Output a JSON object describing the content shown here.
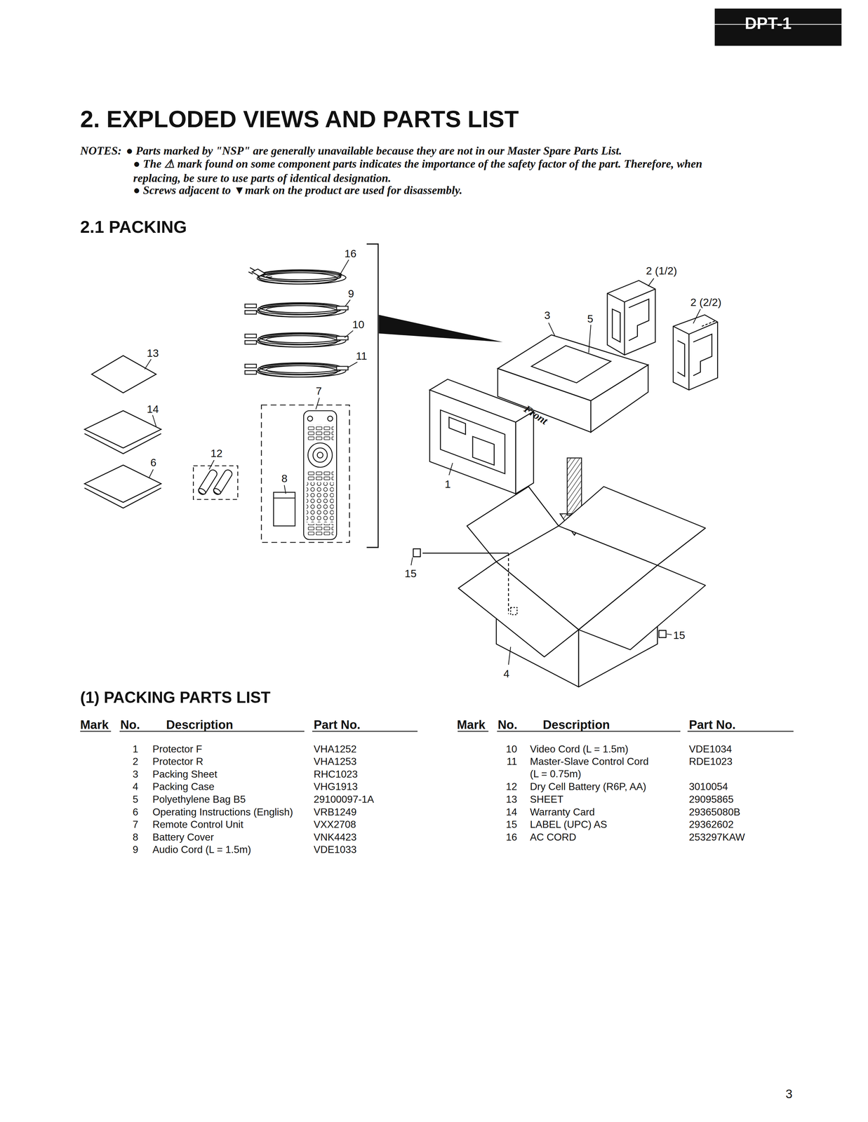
{
  "diagram": {
    "title": "2. EXPLODED VIEWS AND PARTS LIST",
    "labels": [
      "DPT-1",
      "NOTES:",
      "● Parts marked by \"NSP\" are generally unavailable because they are not in our Master Spare Parts List.",
      "● The ⚠ mark found on some component parts indicates the importance of the safety factor of the part. Therefore, when replacing, be sure to use parts of identical designation.",
      "● Screws adjacent to ▼mark on the product are used for disassembly.",
      "2.1 PACKING",
      "16",
      "9",
      "10",
      "11",
      "7",
      "13",
      "14",
      "6",
      "12",
      "8",
      "1",
      "3",
      "5",
      "2 (1/2)",
      "2 (2/2)",
      "Front",
      "15",
      "15",
      "4",
      "(1) PACKING PARTS LIST",
      "Mark",
      "No.",
      "Description",
      "Part No.",
      "Mark",
      "No.",
      "Description",
      "Part No.",
      "1",
      "Protector F",
      "VHA1252",
      "2",
      "Protector R",
      "VHA1253",
      "3",
      "Packing Sheet",
      "RHC1023",
      "4",
      "Packing Case",
      "VHG1913",
      "5",
      "Polyethylene Bag B5",
      "29100097-1A",
      "6",
      "Operating Instructions (English)",
      "VRB1249",
      "7",
      "Remote Control Unit",
      "VXX2708",
      "8",
      "Battery Cover",
      "VNK4423",
      "9",
      "Audio Cord (L = 1.5m)",
      "VDE1033",
      "10",
      "Video Cord (L = 1.5m)",
      "VDE1034",
      "11",
      "Master-Slave Control Cord (L = 0.75m)",
      "RDE1023",
      "12",
      "Dry Cell Battery (R6P, AA)",
      "3010054",
      "13",
      "SHEET",
      "29095865",
      "14",
      "Warranty Card",
      "29365080B",
      "15",
      "LABEL (UPC) AS",
      "29362602",
      "16",
      "AC CORD",
      "253297KAW",
      "3"
    ]
  }
}
